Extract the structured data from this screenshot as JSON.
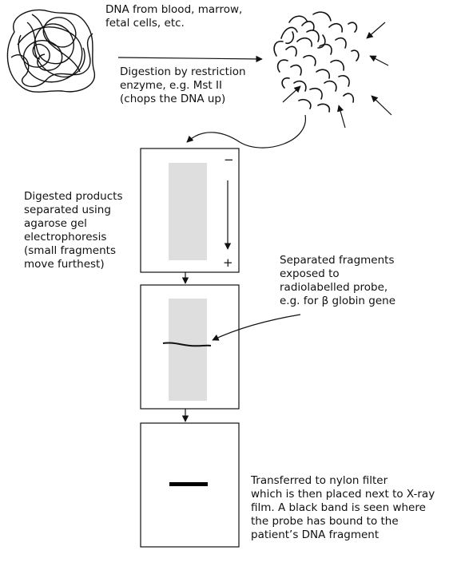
{
  "labels": {
    "dna_source": [
      "DNA from blood, marrow,",
      "fetal cells, etc."
    ],
    "digestion": [
      "Digestion by restriction",
      "enzyme, e.g. Mst II",
      "(chops the DNA up)"
    ],
    "electrophoresis": [
      "Digested products",
      "separated using",
      "agarose gel",
      "electrophoresis",
      "(small fragments",
      "move furthest)"
    ],
    "probe": [
      "Separated fragments",
      "exposed to",
      "radiolabelled probe,",
      "e.g. for β globin gene"
    ],
    "transfer": [
      "Transferred to nylon filter",
      "which is then placed next to X-ray",
      "film. A black band is seen where",
      "the probe has bound to the",
      "patient’s DNA fragment"
    ]
  },
  "gel_signs": {
    "negative": "−",
    "positive": "+"
  },
  "colors": {
    "gel_lane": "#dedede",
    "line": "#111111",
    "band": "#000000"
  },
  "icons": {
    "intact_dna": "tangled-dna-icon",
    "digested_dna": "fragmented-dna-icon",
    "enzyme_arrows": "cut-arrow-icon"
  }
}
